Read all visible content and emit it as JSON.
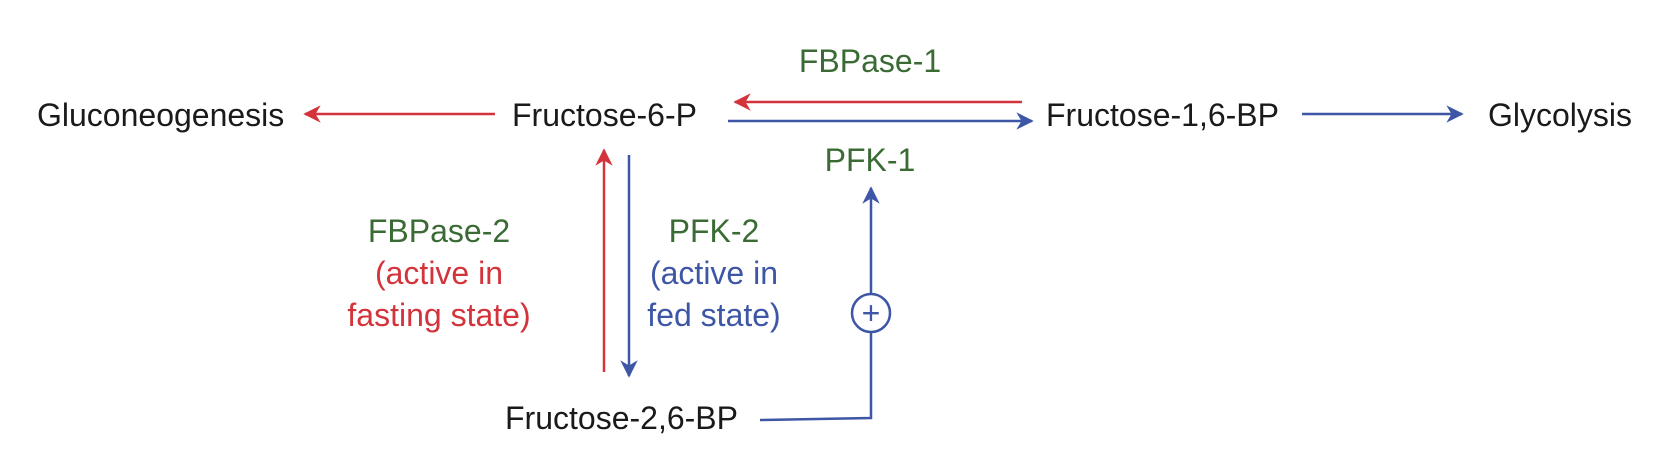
{
  "colors": {
    "red": "#d3343c",
    "blue": "#3e56a6",
    "green": "#3b6b35",
    "black": "#1a1a1a"
  },
  "nodes": {
    "gluconeogenesis": "Gluconeogenesis",
    "fructose_6_p": "Fructose-6-P",
    "fructose_1_6_bp": "Fructose-1,6-BP",
    "glycolysis": "Glycolysis",
    "fructose_2_6_bp": "Fructose-2,6-BP"
  },
  "enzymes": {
    "fbpase_1": "FBPase-1",
    "pfk_1": "PFK-1",
    "fbpase_2": {
      "name": "FBPase-2",
      "note_line1": "(active in",
      "note_line2": "fasting state)"
    },
    "pfk_2": {
      "name": "PFK-2",
      "note_line1": "(active in",
      "note_line2": "fed state)"
    }
  },
  "activation_symbol": "+"
}
